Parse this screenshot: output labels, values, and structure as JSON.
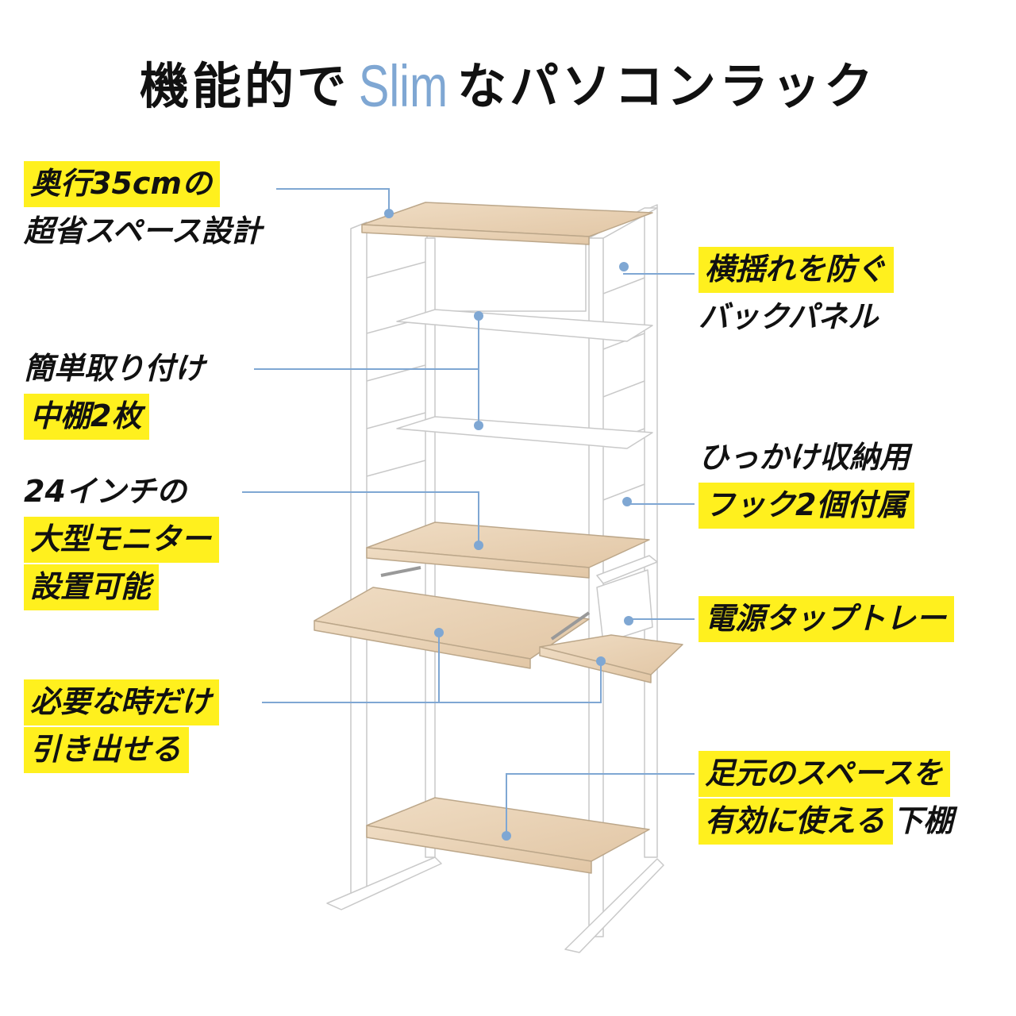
{
  "title": {
    "prefix": "機能的で",
    "accent": "Slim",
    "suffix": "なパソコンラック"
  },
  "labels": {
    "depth_line1": "奥行35cmの",
    "depth_line2": "超省スペース設計",
    "backpanel_line1": "横揺れを防ぐ",
    "backpanel_line2": "バックパネル",
    "shelves_line1": "簡単取り付け",
    "shelves_line2": "中棚2枚",
    "hook_line1": "ひっかけ収納用",
    "hook_line2": "フック2個付属",
    "monitor_line1": "24インチの",
    "monitor_line2": "大型モニター",
    "monitor_line3": "設置可能",
    "power_tray": "電源タップトレー",
    "pullout_line1": "必要な時だけ",
    "pullout_line2": "引き出せる",
    "footspace_line1": "足元のスペースを",
    "footspace_line2_hl": "有効に使える",
    "footspace_line2_plain": "下棚"
  },
  "colors": {
    "accent": "#7fa7d3",
    "highlight": "#fff01e",
    "wood": "#e9d2b5",
    "frame": "#ffffff"
  }
}
